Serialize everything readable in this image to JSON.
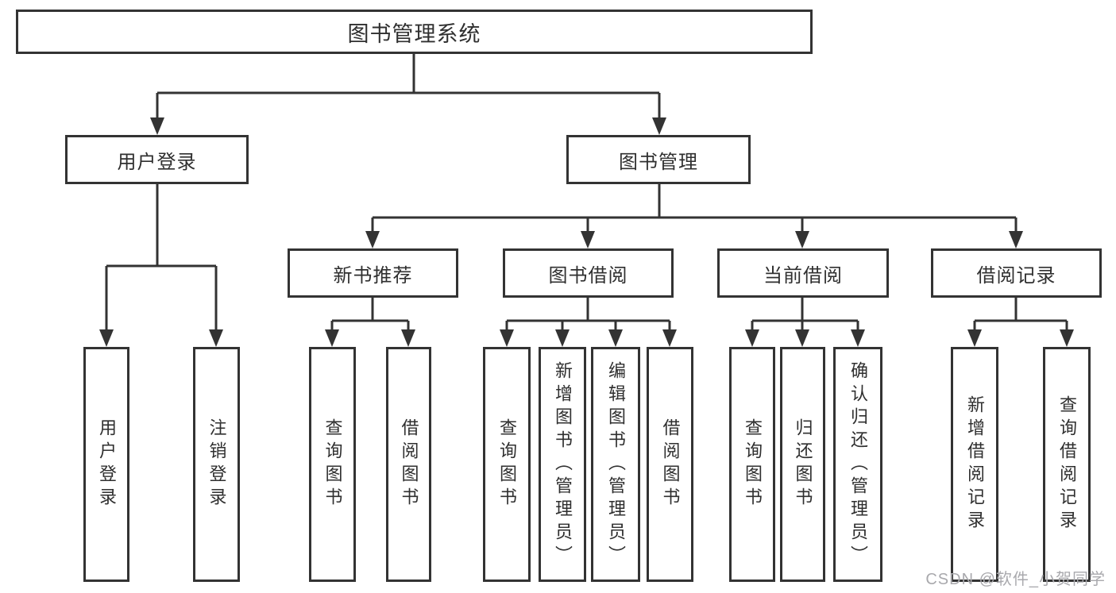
{
  "tree": {
    "label": "图书管理系统",
    "children": [
      {
        "label": "用户登录",
        "children": [
          {
            "label": "用户登录"
          },
          {
            "label": "注销登录"
          }
        ]
      },
      {
        "label": "图书管理",
        "children": [
          {
            "label": "新书推荐",
            "children": [
              {
                "label": "查询图书"
              },
              {
                "label": "借阅图书"
              }
            ]
          },
          {
            "label": "图书借阅",
            "children": [
              {
                "label": "查询图书"
              },
              {
                "label": "新增图书（管理员）"
              },
              {
                "label": "编辑图书（管理员）"
              },
              {
                "label": "借阅图书"
              }
            ]
          },
          {
            "label": "当前借阅",
            "children": [
              {
                "label": "查询图书"
              },
              {
                "label": "归还图书"
              },
              {
                "label": "确认归还（管理员）"
              }
            ]
          },
          {
            "label": "借阅记录",
            "children": [
              {
                "label": "新增借阅记录"
              },
              {
                "label": "查询借阅记录"
              }
            ]
          }
        ]
      }
    ]
  },
  "watermark": {
    "text": "CSDN @软件_小贺同学",
    "color": "#a9a9ad"
  },
  "colors": {
    "line": "#333333",
    "text": "#2f2f2f",
    "background": "#ffffff"
  }
}
